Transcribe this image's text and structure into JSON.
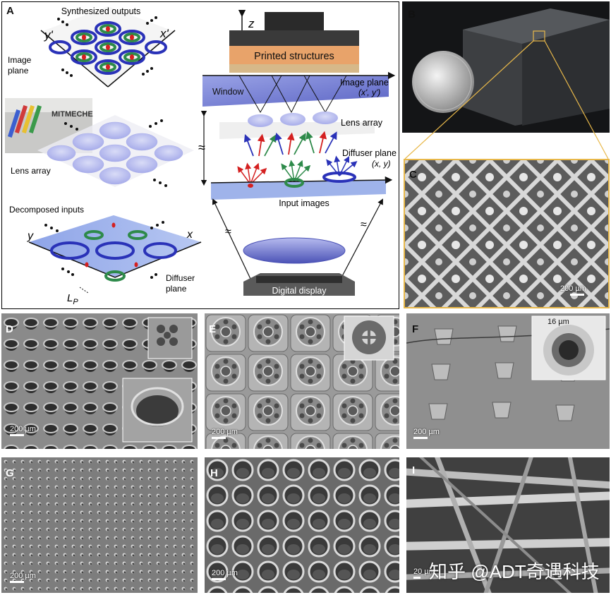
{
  "panels": {
    "A": {
      "label": "A",
      "left_schematic": {
        "synthesized_outputs": "Synthesized outputs",
        "image_plane": "Image\nplane",
        "y_prime": "y'",
        "x_prime": "x'",
        "lens_array": "Lens array",
        "inset_text": "MITMECHE",
        "decomposed_inputs": "Decomposed inputs",
        "y": "y",
        "x": "x",
        "diffuser_plane": "Diffuser\nplane",
        "lp": "L",
        "lp_sub": "P"
      },
      "right_schematic": {
        "z": "z",
        "printed_structures": "Printed structures",
        "window": "Window",
        "image_plane": "Image plane",
        "image_plane_coords": "(x', y')",
        "lens_array": "Lens array",
        "diffuser_plane": "Diffuser plane",
        "diffuser_coords": "(x, y)",
        "input_images": "Input images",
        "digital_display": "Digital display"
      }
    },
    "B": {
      "label": "B"
    },
    "C": {
      "label": "C",
      "scale": "200 µm"
    },
    "D": {
      "label": "D",
      "scale": "200 µm"
    },
    "E": {
      "label": "E",
      "scale": "200 µm"
    },
    "F": {
      "label": "F",
      "scale": "200 µm",
      "inset_scale": "16 µm"
    },
    "G": {
      "label": "G",
      "scale": "200 µm"
    },
    "H": {
      "label": "H",
      "scale": "200 µm"
    },
    "I": {
      "label": "I",
      "scale": "20 µm"
    }
  },
  "watermark": "知乎 @ADT奇遇科技",
  "colors": {
    "ring_blue": "#2a32b8",
    "ring_green": "#2e8a4a",
    "dot_red": "#d42020",
    "printed_orange": "#e8a36a",
    "window_blue": "#8e97dc",
    "frame_yellow": "#e8b84a"
  }
}
